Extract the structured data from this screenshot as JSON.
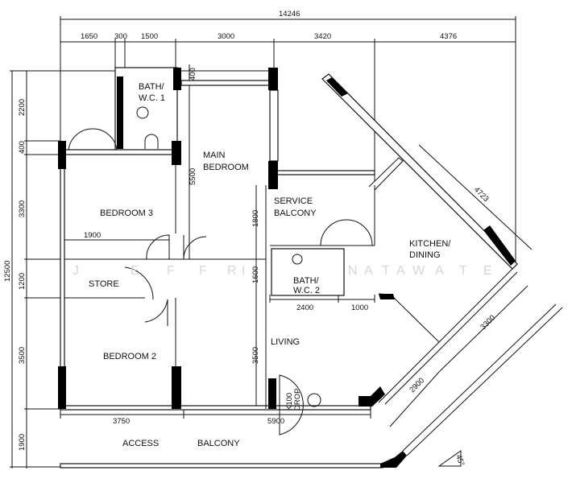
{
  "watermark": [
    "J",
    "E",
    "F",
    "F",
    "R",
    "I",
    "N",
    "A",
    "T",
    "A",
    "W",
    "A",
    "T",
    "E"
  ],
  "rooms": {
    "bath1": [
      "BATH/",
      "W.C.  1"
    ],
    "main_bedroom": [
      "MAIN",
      "BEDROOM"
    ],
    "bedroom3": "BEDROOM 3",
    "store": "STORE",
    "bedroom2": "BEDROOM 2",
    "service_balcony": [
      "SERVICE",
      "BALCONY"
    ],
    "kitchen": [
      "KITCHEN/",
      "DINING"
    ],
    "bath2": [
      "BATH/",
      "W.C.  2"
    ],
    "living": "LIVING",
    "access": "ACCESS",
    "balcony": "BALCONY",
    "drop": [
      "K100",
      "DROP"
    ]
  },
  "dimensions": {
    "overall_width": "14246",
    "top": [
      "1650",
      "300",
      "1500",
      "3000",
      "3420",
      "4376"
    ],
    "overall_height": "12500",
    "left": [
      "2200",
      "400",
      "3300",
      "1200",
      "3500",
      "1900"
    ],
    "bath1_top": "400",
    "main_bedroom_height": "5500",
    "bedroom3_width": "1900",
    "service_balcony_height": "1800",
    "bath2_height": "1600",
    "living_height": "3500",
    "bath2_width": "2400",
    "bath2_side": "1000",
    "bottom_left": "3750",
    "bottom_right": "5900",
    "diag_window": "4723",
    "diag_kitchen": "3300",
    "diag_living": "2900",
    "angle": "45°"
  }
}
